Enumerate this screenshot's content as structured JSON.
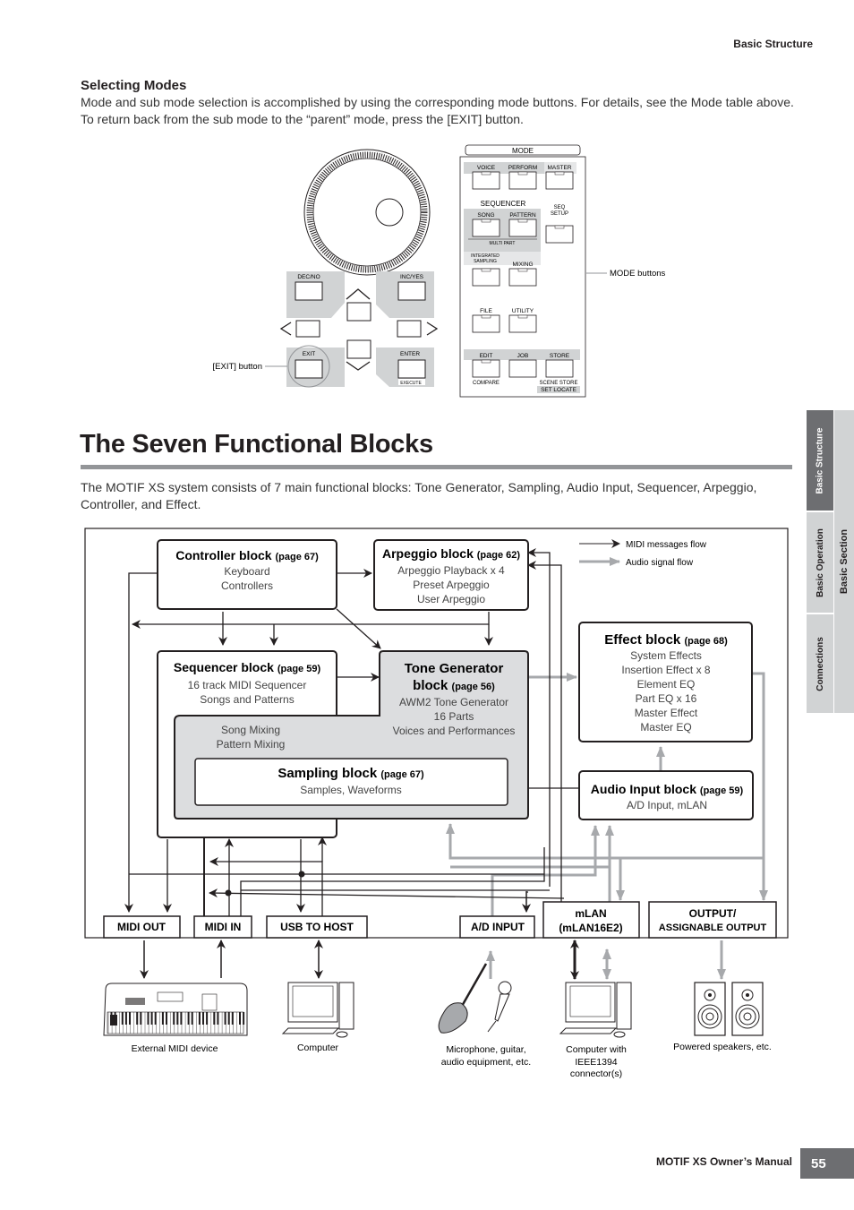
{
  "header": {
    "running_head": "Basic Structure"
  },
  "selecting_modes": {
    "title": "Selecting Modes",
    "body": "Mode and sub mode selection is accomplished by using the corresponding mode buttons. For details, see the Mode table above. To return back from the sub mode to the “parent” mode, press the [EXIT] button."
  },
  "panel": {
    "mode_label": "MODE",
    "buttons": {
      "voice": "VOICE",
      "perform": "PERFORM",
      "master": "MASTER",
      "sequencer": "SEQUENCER",
      "song": "SONG",
      "pattern": "PATTERN",
      "seq_setup_1": "SEQ",
      "seq_setup_2": "SETUP",
      "multi_part": "MULTI  PART",
      "integrated_1": "INTEGRATED",
      "integrated_2": "SAMPLING",
      "mixing": "MIXING",
      "file": "FILE",
      "utility": "UTILITY",
      "edit": "EDIT",
      "job": "JOB",
      "store": "STORE",
      "compare": "COMPARE",
      "scene_store": "SCENE STORE",
      "set_locate": "SET  LOCATE",
      "dec_no": "DEC/NO",
      "inc_yes": "INC/YES",
      "exit": "EXIT",
      "enter": "ENTER",
      "execute": "EXECUTE"
    },
    "callouts": {
      "mode_buttons": "MODE buttons",
      "exit_button": "[EXIT] button"
    }
  },
  "section": {
    "title": "The Seven Functional Blocks",
    "intro": "The MOTIF XS system consists of 7 main functional blocks: Tone Generator, Sampling, Audio Input, Sequencer, Arpeggio, Controller, and Effect."
  },
  "diagram": {
    "legend": {
      "midi": "MIDI messages flow",
      "audio": "Audio signal flow"
    },
    "colors": {
      "midi": "#231f20",
      "audio": "#a7a9ac",
      "shaded": "#dcdddf"
    },
    "blocks": {
      "controller": {
        "title": "Controller block",
        "page": "(page 67)",
        "lines": [
          "Keyboard",
          "Controllers"
        ]
      },
      "arpeggio": {
        "title": "Arpeggio block",
        "page": "(page 62)",
        "lines": [
          "Arpeggio Playback x 4",
          "Preset Arpeggio",
          "User Arpeggio"
        ]
      },
      "sequencer": {
        "title": "Sequencer block",
        "page": "(page 59)",
        "lines": [
          "16 track MIDI Sequencer",
          "Songs and Patterns"
        ]
      },
      "tone_generator": {
        "title_1": "Tone Generator",
        "title_2": "block",
        "page": "(page 56)",
        "lines": [
          "AWM2 Tone Generator",
          "16 Parts",
          "Voices and Performances"
        ]
      },
      "mixing": {
        "lines": [
          "Song Mixing",
          "Pattern Mixing"
        ]
      },
      "sampling": {
        "title": "Sampling block",
        "page": "(page 67)",
        "lines": [
          "Samples, Waveforms"
        ]
      },
      "effect": {
        "title": "Effect block",
        "page": "(page 68)",
        "lines": [
          "System Effects",
          "Insertion Effect x 8",
          "Element EQ",
          "Part EQ x 16",
          "Master Effect",
          "Master EQ"
        ]
      },
      "audio_input": {
        "title": "Audio Input block",
        "page": "(page 59)",
        "lines": [
          "A/D Input, mLAN"
        ]
      }
    },
    "ports": {
      "midi_out": "MIDI OUT",
      "midi_in": "MIDI IN",
      "usb": "USB TO HOST",
      "ad_input": "A/D INPUT",
      "mlan_1": "mLAN",
      "mlan_2": "(mLAN16E2)",
      "output_1": "OUTPUT/",
      "output_2": "ASSIGNABLE OUTPUT"
    },
    "devices": {
      "midi_device": "External MIDI device",
      "computer": "Computer",
      "audio_1": "Microphone, guitar,",
      "audio_2": "audio equipment, etc.",
      "ieee_1": "Computer with",
      "ieee_2": "IEEE1394",
      "ieee_3": "connector(s)",
      "speakers": "Powered speakers, etc."
    }
  },
  "side_tabs": {
    "structure": "Basic Structure",
    "operation": "Basic Operation",
    "connections": "Connections",
    "section": "Basic Section"
  },
  "footer": {
    "manual": "MOTIF XS Owner’s Manual",
    "page": "55"
  }
}
